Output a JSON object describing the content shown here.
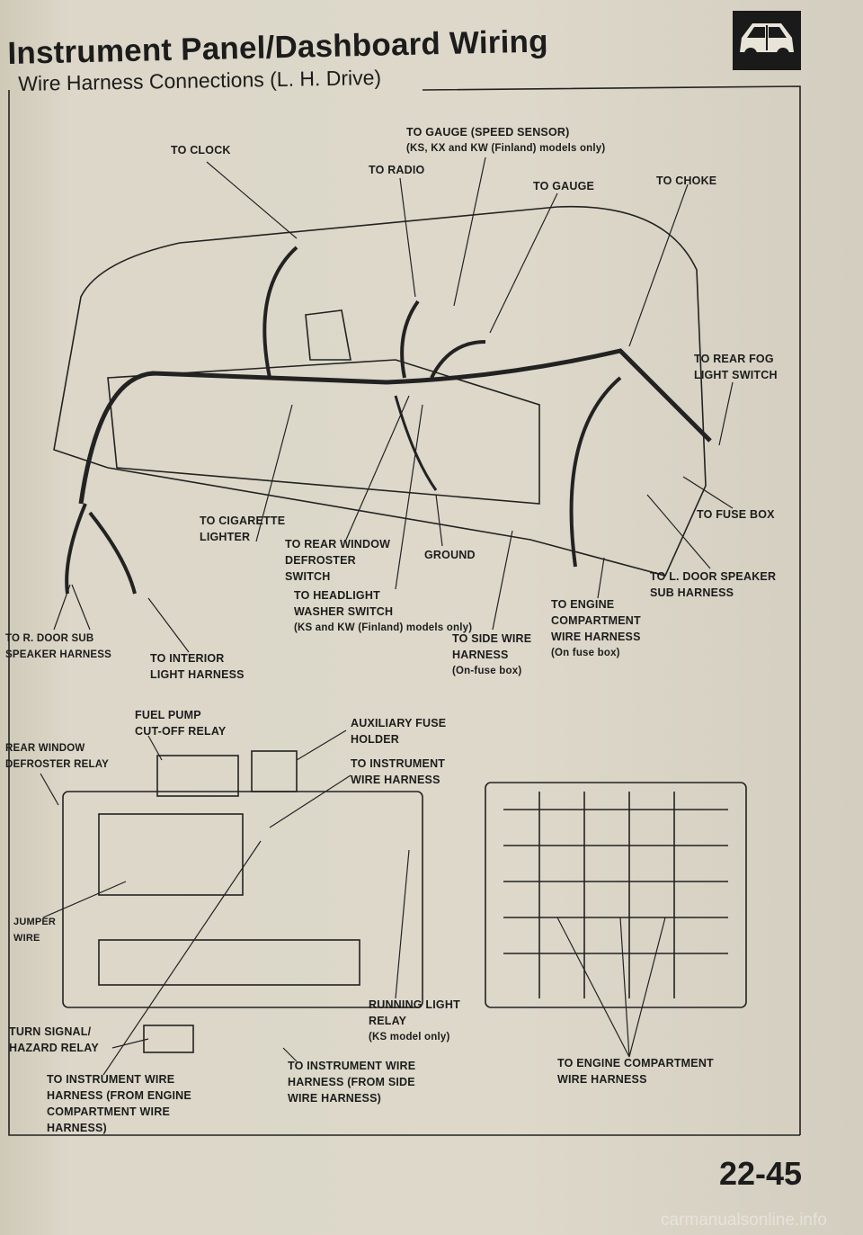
{
  "header": {
    "title": "Instrument Panel/Dashboard Wiring",
    "subtitle": "Wire Harness Connections (L. H. Drive)",
    "section_icon": "car-body-icon"
  },
  "dashboard_labels": {
    "to_gauge_speed": [
      "TO GAUGE (SPEED SENSOR)",
      "(KS, KX and KW (Finland) models only)"
    ],
    "to_clock": "TO CLOCK",
    "to_radio": "TO RADIO",
    "to_gauge": "TO GAUGE",
    "to_choke": "TO CHOKE",
    "to_rear_fog": [
      "TO REAR FOG",
      "LIGHT SWITCH"
    ],
    "to_fuse_box": "TO FUSE BOX",
    "to_cigarette": [
      "TO CIGARETTE",
      "LIGHTER"
    ],
    "to_rear_window": [
      "TO REAR WINDOW",
      "DEFROSTER",
      "SWITCH"
    ],
    "ground": "GROUND",
    "to_l_door": [
      "TO L. DOOR SPEAKER",
      "SUB HARNESS"
    ],
    "to_headlight": [
      "TO HEADLIGHT",
      "WASHER SWITCH",
      "(KS and KW (Finland) models only)"
    ],
    "to_engine": [
      "TO ENGINE",
      "COMPARTMENT",
      "WIRE HARNESS",
      "(On fuse box)"
    ],
    "to_side": [
      "TO SIDE WIRE",
      "HARNESS",
      "(On-fuse box)"
    ],
    "to_r_door": [
      "TO R. DOOR SUB",
      "SPEAKER HARNESS"
    ],
    "to_interior": [
      "TO INTERIOR",
      "LIGHT HARNESS"
    ]
  },
  "fusebox_labels": {
    "fuel_pump": [
      "FUEL PUMP",
      "CUT-OFF RELAY"
    ],
    "aux_fuse": [
      "AUXILIARY FUSE",
      "HOLDER"
    ],
    "rear_defrost_relay": [
      "REAR WINDOW",
      "DEFROSTER RELAY"
    ],
    "to_instrument": [
      "TO INSTRUMENT",
      "WIRE HARNESS"
    ],
    "jumper": [
      "JUMPER",
      "WIRE"
    ],
    "running_light": [
      "RUNNING LIGHT",
      "RELAY",
      "(KS model only)"
    ],
    "turn_signal": [
      "TURN SIGNAL/",
      "HAZARD RELAY"
    ],
    "to_instr_side": [
      "TO INSTRUMENT WIRE",
      "HARNESS (FROM SIDE",
      "WIRE HARNESS)"
    ],
    "to_instr_engine": [
      "TO INSTRUMENT WIRE",
      "HARNESS (FROM ENGINE",
      "COMPARTMENT WIRE",
      "HARNESS)"
    ],
    "to_engine_comp": [
      "TO ENGINE COMPARTMENT",
      "WIRE HARNESS"
    ]
  },
  "footer": {
    "page_number": "22-45",
    "watermark": "carmanualsonline.info"
  }
}
